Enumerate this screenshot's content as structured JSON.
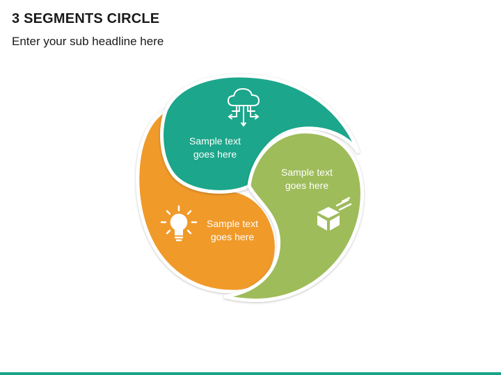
{
  "title": "3 SEGMENTS CIRCLE",
  "subtitle": "Enter your sub headline here",
  "segments": [
    {
      "id": "teal",
      "color": "#1fa68b",
      "icon": "cloud-network-icon",
      "text_line1": "Sample text",
      "text_line2": "goes here"
    },
    {
      "id": "green",
      "color": "#9ebc5a",
      "icon": "delivery-box-icon",
      "text_line1": "Sample text",
      "text_line2": "goes here"
    },
    {
      "id": "orange",
      "color": "#f09a29",
      "icon": "lightbulb-icon",
      "text_line1": "Sample text",
      "text_line2": "goes here"
    }
  ],
  "accent_bar_color": "#1aa38a"
}
